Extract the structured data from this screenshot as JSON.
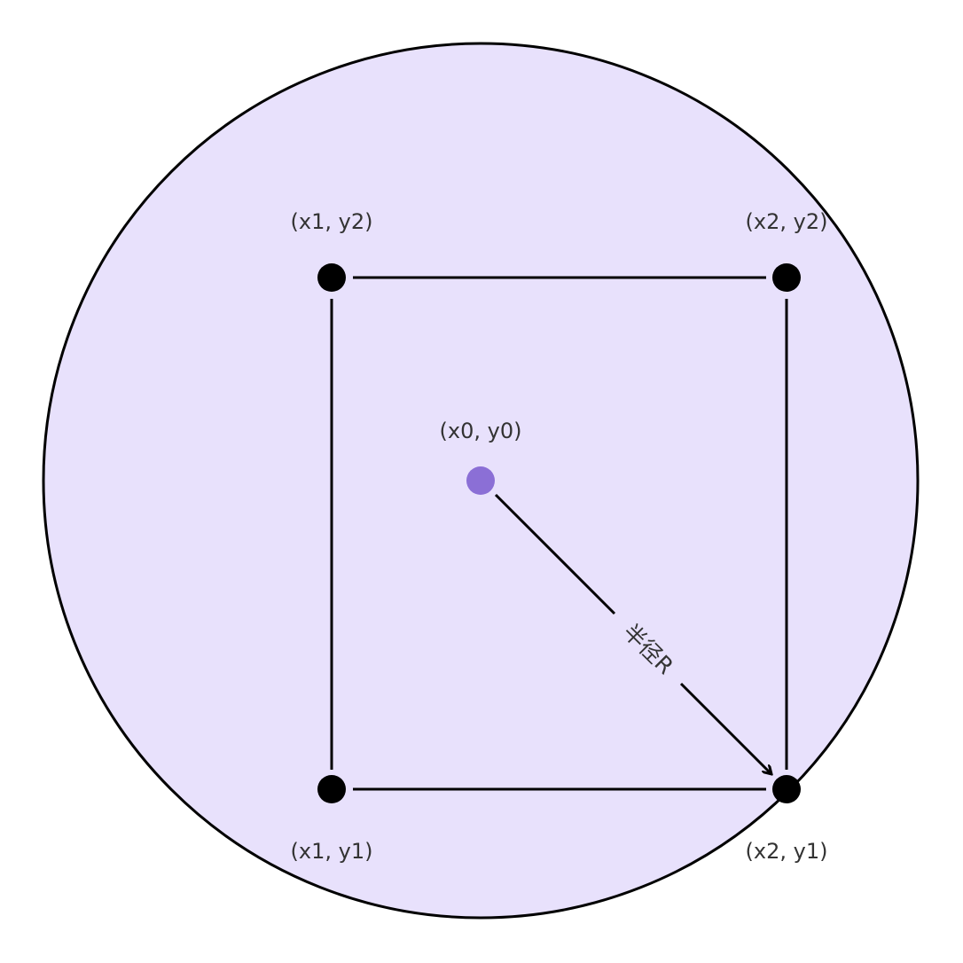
{
  "diagram": {
    "colors": {
      "circle_fill": "#e8e1fc",
      "circle_stroke": "#000000",
      "vertex": "#000000",
      "center": "#8b6fd6",
      "text": "#333333"
    },
    "points": {
      "top_left_label": "(x1, y2)",
      "top_right_label": "(x2, y2)",
      "bottom_left_label": "(x1, y1)",
      "bottom_right_label": "(x2, y1)",
      "center_label": "(x0, y0)"
    },
    "radius_label": "半径R"
  }
}
